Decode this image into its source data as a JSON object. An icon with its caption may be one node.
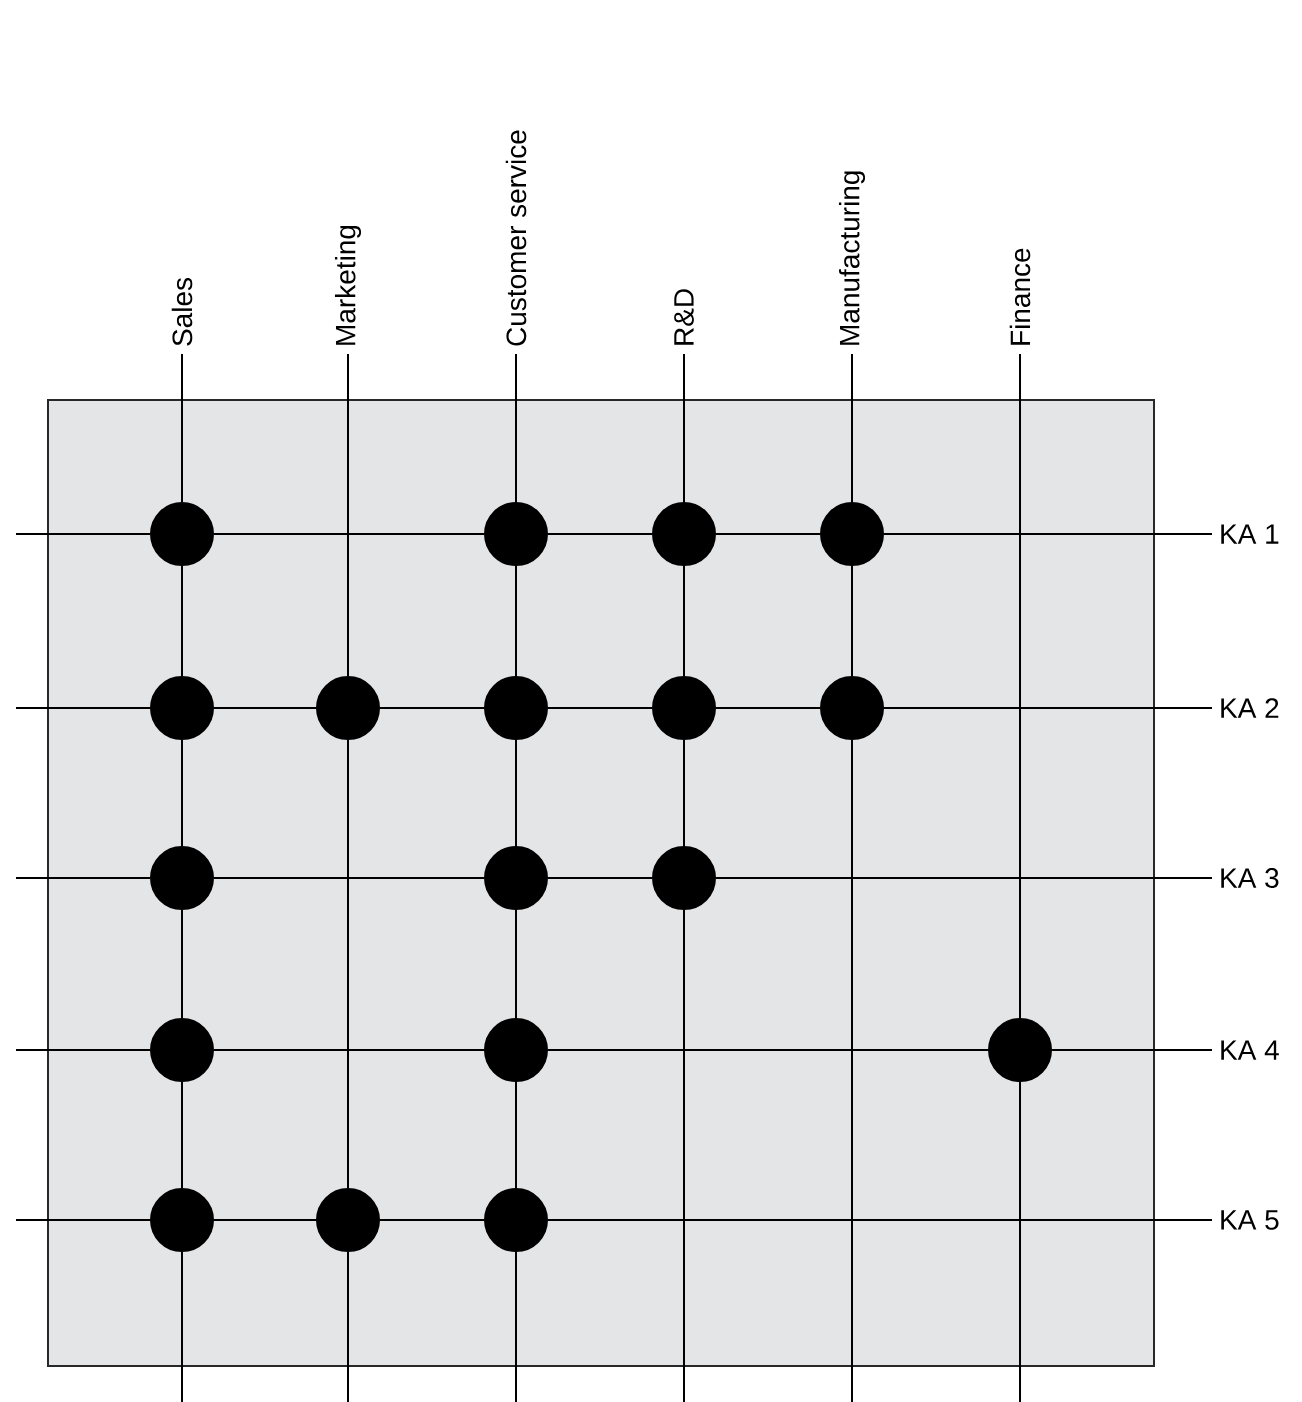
{
  "diagram": {
    "nodes": [
      {
        "text": [
          "Sales"
        ]
      },
      {
        "text": [
          "Marketing"
        ]
      },
      {
        "text": [
          "Customer service"
        ]
      },
      {
        "text": [
          "R&D"
        ]
      },
      {
        "text": [
          "Manufacturing"
        ]
      },
      {
        "text": [
          "Finance"
        ]
      },
      {
        "text": [],
        "shape": "circle"
      },
      {
        "text": [],
        "shape": "circle"
      },
      {
        "text": [],
        "shape": "circle"
      },
      {
        "text": [],
        "shape": "circle"
      },
      {
        "text": [
          "KA 1"
        ]
      },
      {
        "text": [],
        "shape": "circle"
      },
      {
        "text": [],
        "shape": "circle"
      },
      {
        "text": [],
        "shape": "circle"
      },
      {
        "text": [],
        "shape": "circle"
      },
      {
        "text": [],
        "shape": "circle"
      },
      {
        "text": [
          "KA 2"
        ]
      },
      {
        "text": [],
        "shape": "circle"
      },
      {
        "text": [],
        "shape": "circle"
      },
      {
        "text": [],
        "shape": "circle"
      },
      {
        "text": [
          "KA 3"
        ]
      },
      {
        "text": [],
        "shape": "circle"
      },
      {
        "text": [],
        "shape": "circle"
      },
      {
        "text": [],
        "shape": "circle"
      },
      {
        "text": [
          "KA 4"
        ]
      },
      {
        "text": [],
        "shape": "circle"
      },
      {
        "text": [],
        "shape": "circle"
      },
      {
        "text": [],
        "shape": "circle"
      },
      {
        "text": [
          "KA 5"
        ]
      }
    ],
    "edges": [
      {
        "from": 0,
        "to": 6,
        "arrow": "none"
      },
      {
        "from": 6,
        "to": 11,
        "arrow": "none"
      },
      {
        "from": 11,
        "to": 17,
        "arrow": "none"
      },
      {
        "from": 17,
        "to": 21,
        "arrow": "none"
      },
      {
        "from": 21,
        "to": 25,
        "arrow": "none"
      },
      {
        "from": 25,
        "to": null,
        "arrow": "none"
      },
      {
        "from": 1,
        "to": 12,
        "arrow": "none"
      },
      {
        "from": 12,
        "to": 26,
        "arrow": "none"
      },
      {
        "from": 26,
        "to": null,
        "arrow": "none"
      },
      {
        "from": 2,
        "to": 7,
        "arrow": "none"
      },
      {
        "from": 7,
        "to": 13,
        "arrow": "none"
      },
      {
        "from": 13,
        "to": 18,
        "arrow": "none"
      },
      {
        "from": 18,
        "to": 22,
        "arrow": "none"
      },
      {
        "from": 22,
        "to": 27,
        "arrow": "none"
      },
      {
        "from": 27,
        "to": null,
        "arrow": "none"
      },
      {
        "from": 3,
        "to": 8,
        "arrow": "none"
      },
      {
        "from": 8,
        "to": 14,
        "arrow": "none"
      },
      {
        "from": 14,
        "to": 19,
        "arrow": "none"
      },
      {
        "from": 19,
        "to": null,
        "arrow": "none"
      },
      {
        "from": 4,
        "to": 9,
        "arrow": "none"
      },
      {
        "from": 9,
        "to": 15,
        "arrow": "none"
      },
      {
        "from": 15,
        "to": null,
        "arrow": "none"
      },
      {
        "from": 5,
        "to": 23,
        "arrow": "none"
      },
      {
        "from": 23,
        "to": null,
        "arrow": "none"
      },
      {
        "from": null,
        "to": 6,
        "arrow": "none"
      },
      {
        "from": 6,
        "to": 7,
        "arrow": "none"
      },
      {
        "from": 7,
        "to": 8,
        "arrow": "none"
      },
      {
        "from": 8,
        "to": 9,
        "arrow": "none"
      },
      {
        "from": 9,
        "to": 10,
        "arrow": "none"
      },
      {
        "from": null,
        "to": 11,
        "arrow": "none"
      },
      {
        "from": 11,
        "to": 12,
        "arrow": "none"
      },
      {
        "from": 12,
        "to": 13,
        "arrow": "none"
      },
      {
        "from": 13,
        "to": 14,
        "arrow": "none"
      },
      {
        "from": 14,
        "to": 15,
        "arrow": "none"
      },
      {
        "from": 15,
        "to": 16,
        "arrow": "none"
      },
      {
        "from": null,
        "to": 17,
        "arrow": "none"
      },
      {
        "from": 17,
        "to": 18,
        "arrow": "none"
      },
      {
        "from": 18,
        "to": 19,
        "arrow": "none"
      },
      {
        "from": 19,
        "to": 20,
        "arrow": "none"
      },
      {
        "from": null,
        "to": 21,
        "arrow": "none"
      },
      {
        "from": 21,
        "to": 22,
        "arrow": "none"
      },
      {
        "from": 22,
        "to": 23,
        "arrow": "none"
      },
      {
        "from": 23,
        "to": 24,
        "arrow": "none"
      },
      {
        "from": null,
        "to": 25,
        "arrow": "none"
      },
      {
        "from": 25,
        "to": 26,
        "arrow": "none"
      },
      {
        "from": 26,
        "to": 27,
        "arrow": "none"
      },
      {
        "from": 27,
        "to": 28,
        "arrow": "none"
      }
    ]
  }
}
